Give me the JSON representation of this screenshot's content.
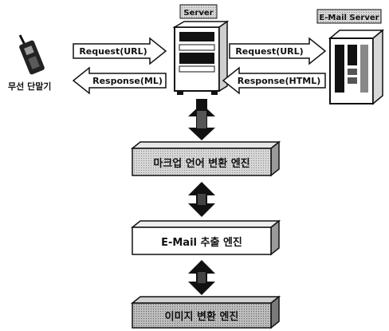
{
  "diagram": {
    "device_label": "무선 단말기",
    "server_label": "Server",
    "email_server_label": "E-Mail Server",
    "arrows": {
      "request_url_left": "Request(URL)",
      "response_ml": "Response(ML)",
      "request_url_right": "Request(URL)",
      "response_html": "Response(HTML)"
    },
    "engines": [
      {
        "label": "마크업 언어 변환 엔진"
      },
      {
        "label": "E-Mail 추출 엔진"
      },
      {
        "label": "이미지 변환 엔진"
      }
    ]
  },
  "colors": {
    "label_fill": "#c8c8c8",
    "arrow_fill": "#ffffff",
    "stroke": "#111111"
  }
}
